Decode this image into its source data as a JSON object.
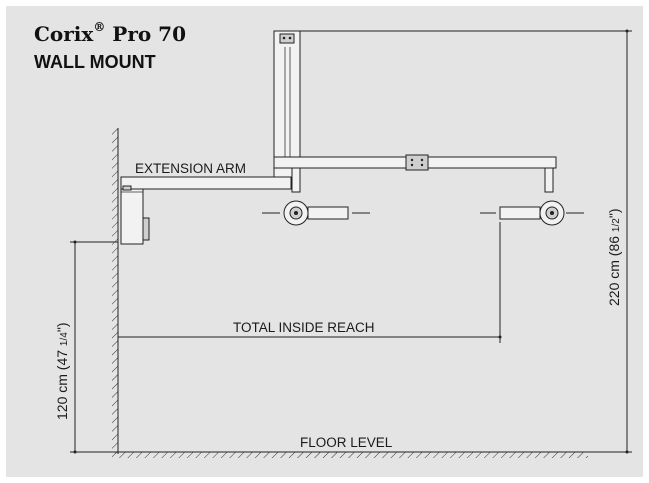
{
  "title": {
    "brand": "Corix",
    "registered_mark": "®",
    "model": "Pro 70",
    "subtitle": "WALL MOUNT"
  },
  "labels": {
    "extension_arm": "EXTENSION ARM",
    "total_inside_reach": "TOTAL INSIDE REACH",
    "floor_level": "FLOOR LEVEL"
  },
  "dimensions": {
    "mount_height": {
      "metric": "120 cm",
      "imperial_whole": "(47",
      "imperial_fraction": "1/4",
      "imperial_close": "\")"
    },
    "total_height": {
      "metric": "220 cm",
      "imperial_whole": "(86",
      "imperial_fraction": "1/2",
      "imperial_close": "\")"
    }
  },
  "colors": {
    "panel_background": "#e4e4e4",
    "line": "#222222"
  }
}
